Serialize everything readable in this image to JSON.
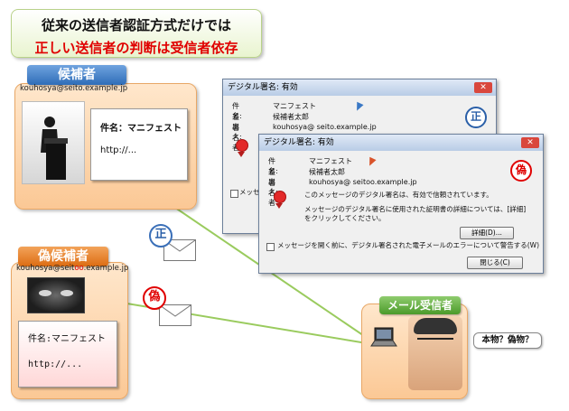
{
  "title": {
    "line1": "従来の送信者認証方式だけでは",
    "line2": "正しい送信者の判断は受信者依存"
  },
  "legit_sender": {
    "label": "候補者",
    "email": "kouhosya@seito.example.jp",
    "note_subject": "件名：マニフェスト",
    "note_url": "http://..."
  },
  "fake_sender": {
    "label": "偽候補者",
    "email_prefix": "kouhosya@seit",
    "email_highlight": "oo",
    "email_suffix": ".example.jp",
    "note_subject": "件名:マニフェスト",
    "note_url": "http://..."
  },
  "markers": {
    "legit": "正",
    "fake": "偽"
  },
  "recipient": {
    "label": "メール受信者",
    "question": "本物？偽物？"
  },
  "dialog_back": {
    "title": "デジタル署名: 有効",
    "subject_key": "件名:",
    "subject_val": "マニフェスト",
    "from_key": "差出人:",
    "from_val": "候補者太郎",
    "signer_key": "署名者:",
    "signer_val": "kouhosya@ seito.example.jp",
    "verdict": "正",
    "checkbox_label": "メッセ"
  },
  "dialog_front": {
    "title": "デジタル署名: 有効",
    "subject_key": "件名:",
    "subject_val": "マニフェスト",
    "from_key": "差出人:",
    "from_val": "候補者太郎",
    "signer_key": "署名者:",
    "signer_val": "kouhosya@ seitoo.example.jp",
    "verdict": "偽",
    "valid_message": "このメッセージのデジタル署名は、有効で信頼されています。",
    "details_message": "メッセージのデジタル署名に使用された証明書の詳細については、[詳細] をクリックしてください。",
    "details_button": "詳細(D)...",
    "checkbox_label": "メッセージを開く前に、デジタル署名された電子メールのエラーについて警告する(W)",
    "close_button": "閉じる(C)"
  },
  "colors": {
    "legit_blue": "#2f6db8",
    "fake_orange": "#dc6c12",
    "recipient_green": "#4b9a2a",
    "warning_red": "#e00000",
    "connector_green": "#9acb5e"
  }
}
